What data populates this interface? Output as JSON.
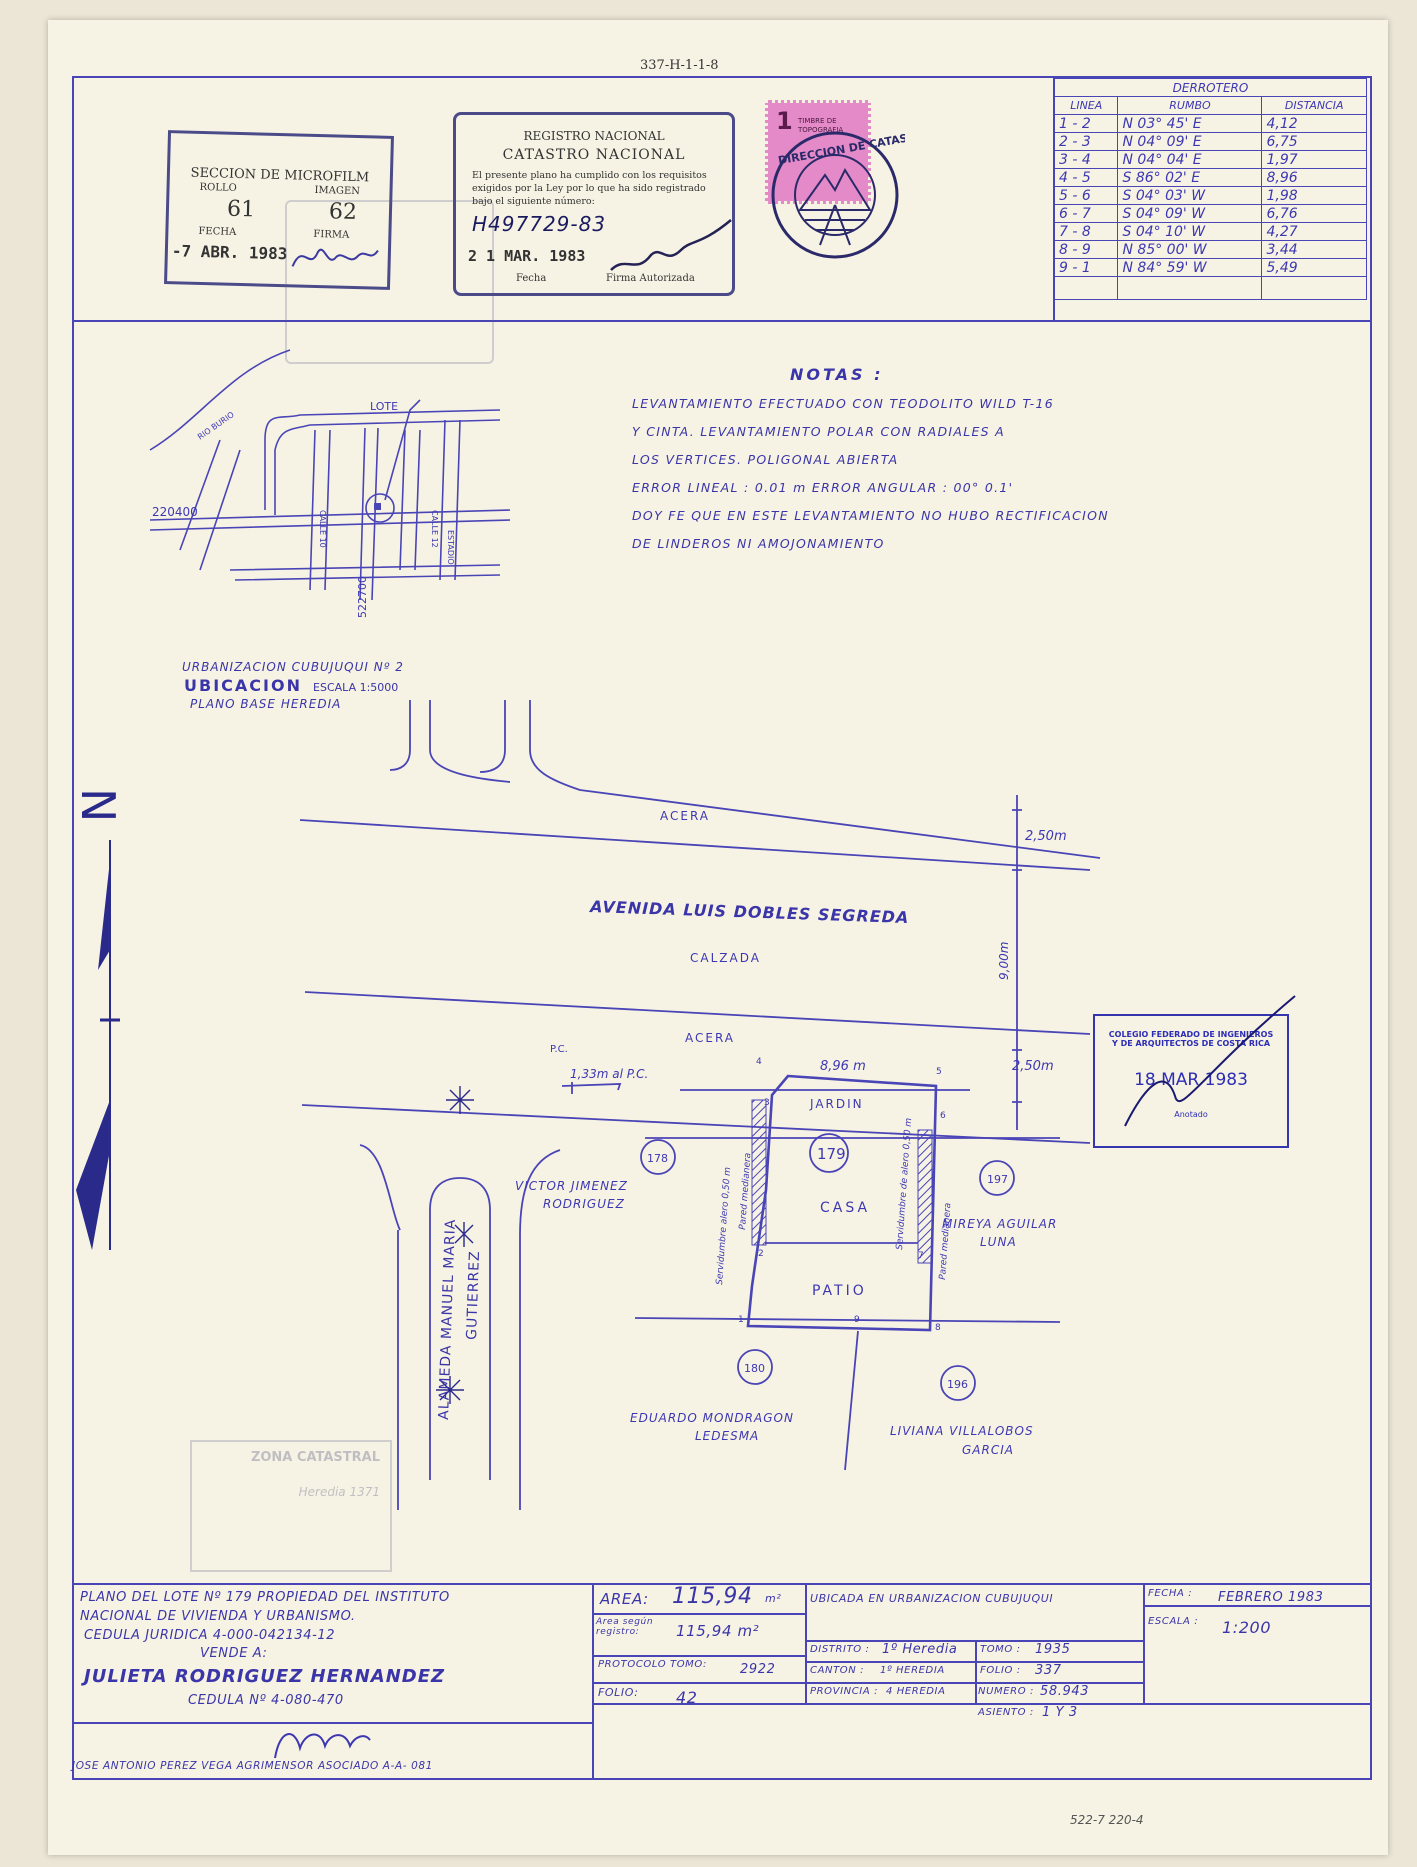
{
  "header": {
    "sheet_number": "337-H-1-1-8"
  },
  "microfilm": {
    "title": "SECCION DE MICROFILM",
    "rollo_label": "ROLLO",
    "imagen_label": "IMAGEN",
    "rollo": "61",
    "imagen": "62",
    "fecha_label": "FECHA",
    "firma_label": "FIRMA",
    "fecha": "-7 ABR. 1983"
  },
  "registro": {
    "line1": "REGISTRO NACIONAL",
    "line2": "CATASTRO NACIONAL",
    "body": "El presente plano ha cumplido con los requisitos exigidos por la Ley por lo que ha sido registrado bajo el siguiente número:",
    "number": "H497729-83",
    "date": "2 1 MAR. 1983",
    "fecha_label": "Fecha",
    "firma_label": "Firma Autorizada"
  },
  "timbre": {
    "value": "1",
    "label": "TIMBRE DE TOPOGRAFIA"
  },
  "seal_text": "DIRECCION DE CATASTRO",
  "derrotero": {
    "title": "DERROTERO",
    "headers": [
      "LINEA",
      "RUMBO",
      "DISTANCIA"
    ],
    "rows": [
      [
        "1 - 2",
        "N 03° 45' E",
        "4,12"
      ],
      [
        "2 - 3",
        "N 04° 09' E",
        "6,75"
      ],
      [
        "3 - 4",
        "N 04° 04' E",
        "1,97"
      ],
      [
        "4 - 5",
        "S 86° 02' E",
        "8,96"
      ],
      [
        "5 - 6",
        "S 04° 03' W",
        "1,98"
      ],
      [
        "6 - 7",
        "S 04° 09' W",
        "6,76"
      ],
      [
        "7 - 8",
        "S 04° 10' W",
        "4,27"
      ],
      [
        "8 - 9",
        "N 85° 00' W",
        "3,44"
      ],
      [
        "9 - 1",
        "N 84° 59' W",
        "5,49"
      ]
    ]
  },
  "notas": {
    "title": "NOTAS :",
    "lines": [
      "LEVANTAMIENTO EFECTUADO CON TEODOLITO WILD T-16",
      "Y CINTA.  LEVANTAMIENTO POLAR CON RADIALES A",
      "LOS VERTICES.  POLIGONAL ABIERTA",
      "ERROR LINEAL : 0.01 m   ERROR ANGULAR : 00° 0.1'",
      "DOY FE QUE EN ESTE LEVANTAMIENTO NO HUBO RECTIFICACION",
      "DE LINDEROS NI AMOJONAMIENTO"
    ]
  },
  "ubicacion": {
    "urbanizacion": "URBANIZACION CUBUJUQUI Nº 2",
    "title": "UBICACION",
    "escala": "ESCALA 1:5000",
    "base": "PLANO BASE HEREDIA",
    "lote": "LOTE",
    "coord_x": "220400",
    "coord_y": "522700",
    "rio": "RIO BURIO",
    "calle1": "CALLE 10",
    "calle2": "CALLE 12",
    "estadio": "ESTADIO"
  },
  "plan": {
    "north": "N",
    "acera": "ACERA",
    "avenida": "AVENIDA LUIS DOBLES SEGREDA",
    "calzada": "CALZADA",
    "d_top": "2,50m",
    "d_mid": "9,00m",
    "d_bottom": "2,50m",
    "pc": "P.C.",
    "pc_dist": "1,33m al P.C.",
    "front": "8,96 m",
    "jardin": "JARDIN",
    "casa": "CASA",
    "patio": "PATIO",
    "alameda1": "ALAMEDA MANUEL MARIA",
    "alameda2": "GUTIERREZ",
    "lot_main": "179",
    "lot_left": "178",
    "lot_right": "197",
    "lot_bl": "180",
    "lot_br": "196",
    "owner_left1": "VICTOR JIMENEZ",
    "owner_left2": "RODRIGUEZ",
    "owner_right1": "MIREYA AGUILAR",
    "owner_right2": "LUNA",
    "owner_bl1": "EDUARDO MONDRAGON",
    "owner_bl2": "LEDESMA",
    "owner_br1": "LIVIANA VILLALOBOS",
    "owner_br2": "GARCIA",
    "serv_left": "Servidumbre alero 0,50 m",
    "pared_left": "Pared medianera",
    "serv_right": "Servidumbre de alero 0,50 m",
    "pared_right": "Pared medianera",
    "v1": "1",
    "v2": "2",
    "v3": "3",
    "v4": "4",
    "v5": "5",
    "v6": "6",
    "v7": "7",
    "v8": "8",
    "v9": "9"
  },
  "colegio": {
    "line1": "COLEGIO FEDERADO DE INGENIEROS",
    "line2": "Y DE ARQUITECTOS DE COSTA RICA",
    "date": "18 MAR 1983",
    "anotado": "Anotado"
  },
  "zona": {
    "title": "ZONA CATASTRAL",
    "line": "Heredia 1371"
  },
  "title_block": {
    "desc1": "PLANO DEL LOTE Nº 179 PROPIEDAD DEL INSTITUTO",
    "desc2": "NACIONAL DE VIVIENDA Y URBANISMO.",
    "desc3": "CEDULA JURIDICA 4-000-042134-12",
    "vende": "VENDE A:",
    "buyer": "JULIETA RODRIGUEZ HERNANDEZ",
    "buyer_cedula": "CEDULA Nº 4-080-470",
    "area_label": "AREA:",
    "area_value": "115,94",
    "area_unit": "m²",
    "area_reg_label": "Area según registro:",
    "area_reg_value": "115,94 m²",
    "protocolo_label": "PROTOCOLO TOMO:",
    "protocolo_value": "2922",
    "folio_label": "FOLIO:",
    "folio_value": "42",
    "ubicada": "UBICADA EN URBANIZACION CUBUJUQUI",
    "distrito_label": "DISTRITO :",
    "distrito_value": "1º Heredia",
    "canton_label": "CANTON :",
    "canton_value": "1º HEREDIA",
    "provincia_label": "PROVINCIA :",
    "provincia_value": "4 HEREDIA",
    "tomo_label": "TOMO :",
    "tomo_value": "1935",
    "folio2_label": "FOLIO :",
    "folio2_value": "337",
    "numero_label": "NUMERO :",
    "numero_value": "58.943",
    "asiento_label": "ASIENTO :",
    "asiento_value": "1 Y 3",
    "fecha_label": "FECHA :",
    "fecha_value": "FEBRERO 1983",
    "escala_label": "ESCALA :",
    "escala_value": "1:200",
    "agrimensor": "JOSE ANTONIO PEREZ VEGA AGRIMENSOR ASOCIADO  A-A- 081"
  },
  "footer": {
    "ref": "522-7   220-4"
  }
}
